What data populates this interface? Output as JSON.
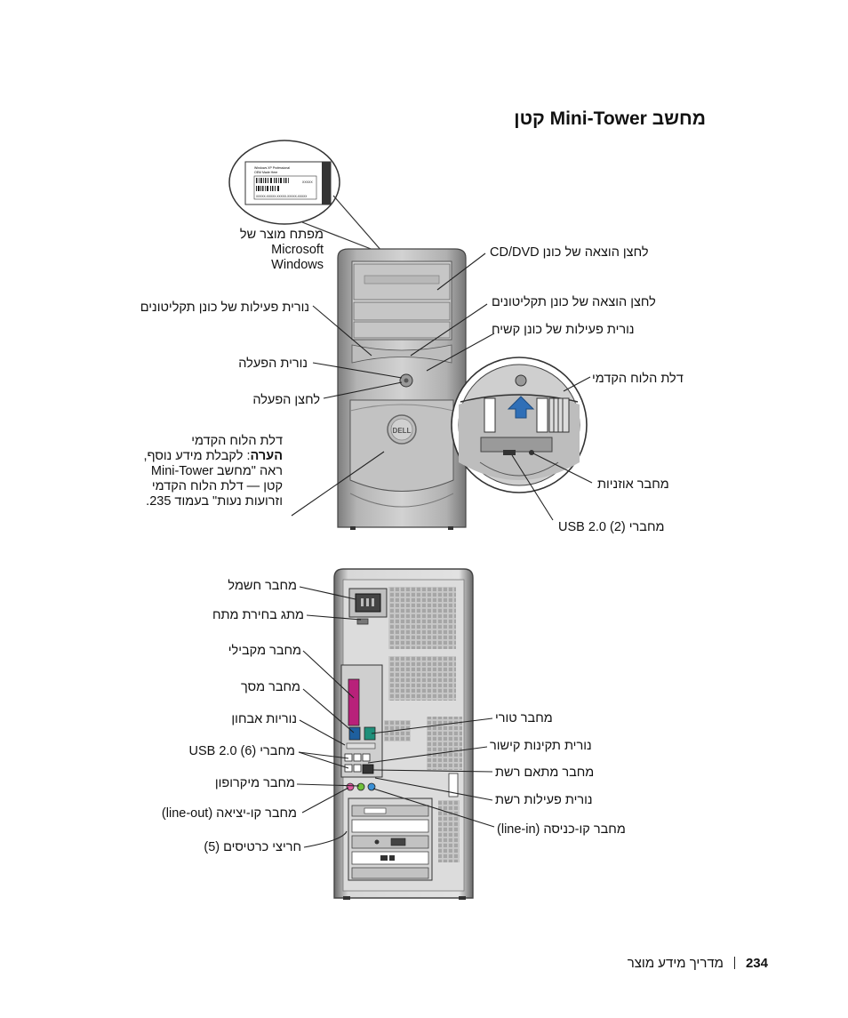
{
  "title": "מחשב Mini-Tower קטן",
  "front_labels": {
    "product_key": [
      "מפתח מוצר של",
      "Microsoft",
      "Windows"
    ],
    "cd_eject": "לחצן הוצאה של כונן CD/DVD",
    "floppy_eject": "לחצן הוצאה של כונן תקליטונים",
    "floppy_activity": "נורית פעילות של כונן תקליטונים",
    "hdd_activity": "נורית פעילות של כונן קשיח",
    "power_light": "נורית הפעלה",
    "power_button": "לחצן הפעלה",
    "front_panel_door_right": "דלת הלוח הקדמי",
    "headphone": "מחבר אוזניות",
    "usb_front": "מחברי USB 2.0 (2)"
  },
  "note": {
    "heading": "דלת הלוח הקדמי",
    "bold": "הערה",
    "text": ": לקבלת מידע נוסף, ראה \"מחשב Mini-Tower קטן — דלת הלוח הקדמי וזרועות נעות\" בעמוד 235."
  },
  "back_labels": {
    "power_connector": "מחבר חשמל",
    "voltage_switch": "מתג בחירת מתח",
    "parallel": "מחבר מקבילי",
    "video": "מחבר מסך",
    "diagnostic": "נוריות אבחון",
    "usb_back": "מחברי USB 2.0 (6)",
    "microphone": "מחבר מיקרופון",
    "line_out": "מחבר קו-יציאה (line-out)",
    "card_slots": "חריצי כרטיסים (5)",
    "serial": "מחבר טורי",
    "link_integrity": "נורית תקינות קישור",
    "network_adapter": "מחבר מתאם רשת",
    "network_activity": "נורית פעילות רשת",
    "line_in": "מחבר קו-כניסה (line-in)"
  },
  "sticker": {
    "line1": "Windows XP Professional",
    "line2": "OEM Made Here",
    "code": "XXXXX",
    "key": "XXXXX-XXXXX-XXXXX-XXXXX-XXXXX"
  },
  "logo": "DELL",
  "footer": {
    "page": "234",
    "text": "מדריך מידע מוצר"
  }
}
